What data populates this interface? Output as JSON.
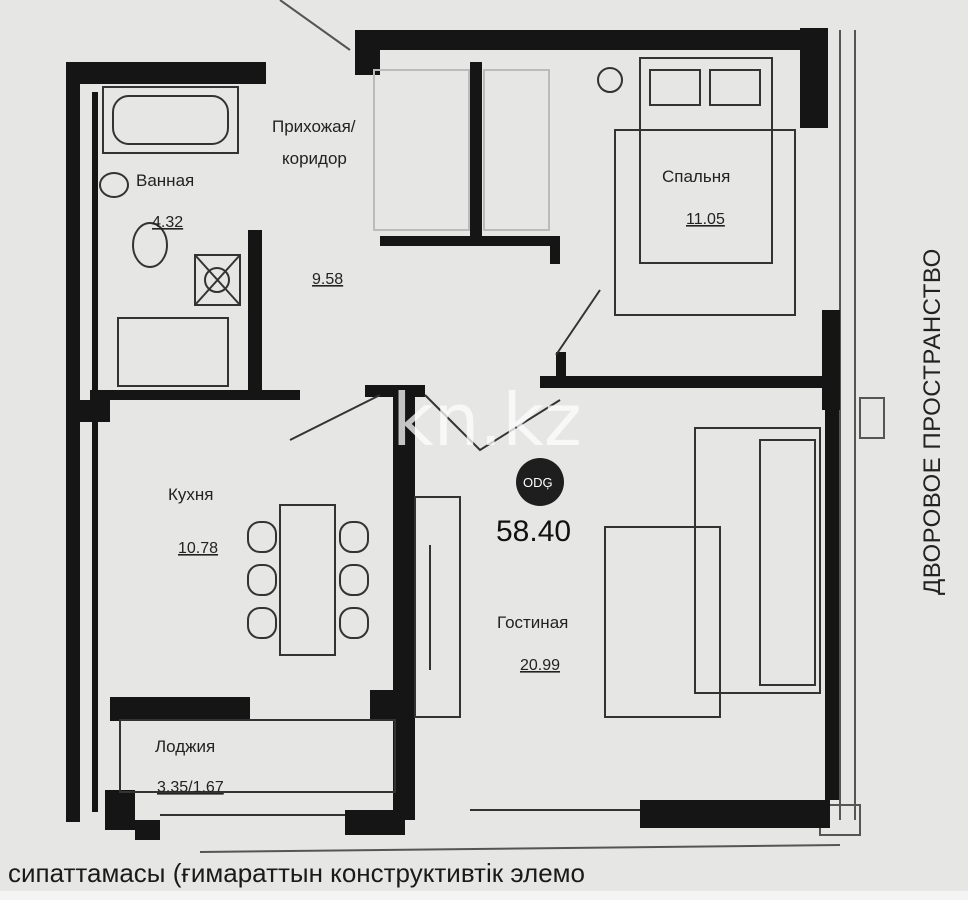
{
  "plan": {
    "total_area": "58.40",
    "side_label": "ДВОРОВОЕ ПРОСТРАНСТВО",
    "bottom_text": "сипаттамасы (ғимараттын конструктивтік элемо",
    "watermark": "kn.kz",
    "watermark_badge": "ОDĢ",
    "rooms": [
      {
        "name": "Ванная",
        "area": "4.32"
      },
      {
        "name": "Прихожая/",
        "name2": "коридор",
        "area": "9.58"
      },
      {
        "name": "Спальня",
        "area": "11.05"
      },
      {
        "name": "Кухня",
        "area": "10.78"
      },
      {
        "name": "Гостиная",
        "area": "20.99"
      },
      {
        "name": "Лоджия",
        "area": "3.35/1.67"
      }
    ]
  },
  "colors": {
    "wall": "#151515",
    "paper": "#e6e6e4",
    "line": "#444444"
  }
}
